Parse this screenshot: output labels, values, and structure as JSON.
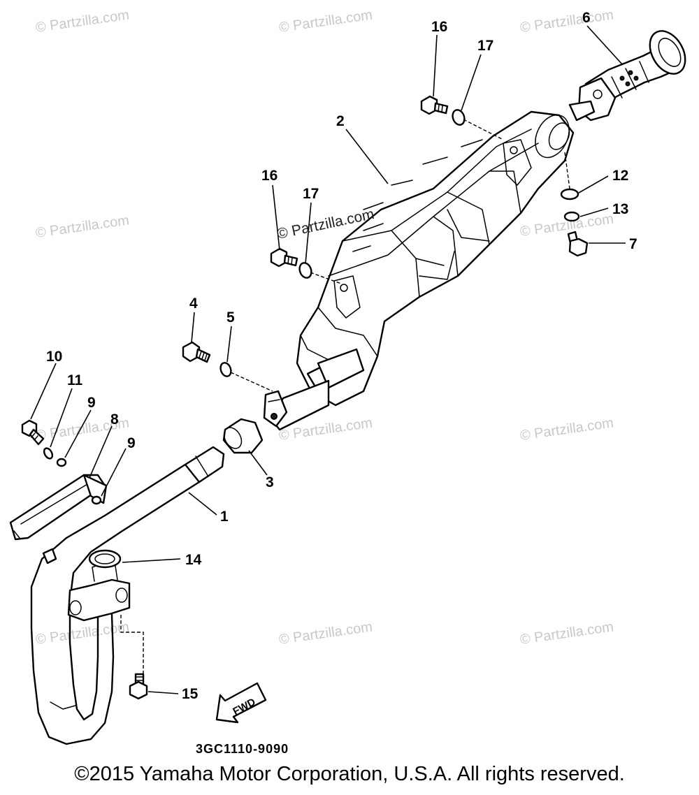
{
  "watermark": {
    "text": "© Partzilla.com",
    "center_text": "© Partzilla.com"
  },
  "callouts": {
    "c1": "1",
    "c2": "2",
    "c3": "3",
    "c4": "4",
    "c5": "5",
    "c6": "6",
    "c7": "7",
    "c8": "8",
    "c9a": "9",
    "c9b": "9",
    "c10": "10",
    "c11": "11",
    "c12": "12",
    "c13": "13",
    "c14": "14",
    "c15": "15",
    "c16a": "16",
    "c16b": "16",
    "c17a": "17",
    "c17b": "17"
  },
  "fwd_label": "FWD",
  "diagram_code": "3GC1110-9090",
  "copyright": "©2015 Yamaha Motor Corporation, U.S.A. All rights reserved."
}
